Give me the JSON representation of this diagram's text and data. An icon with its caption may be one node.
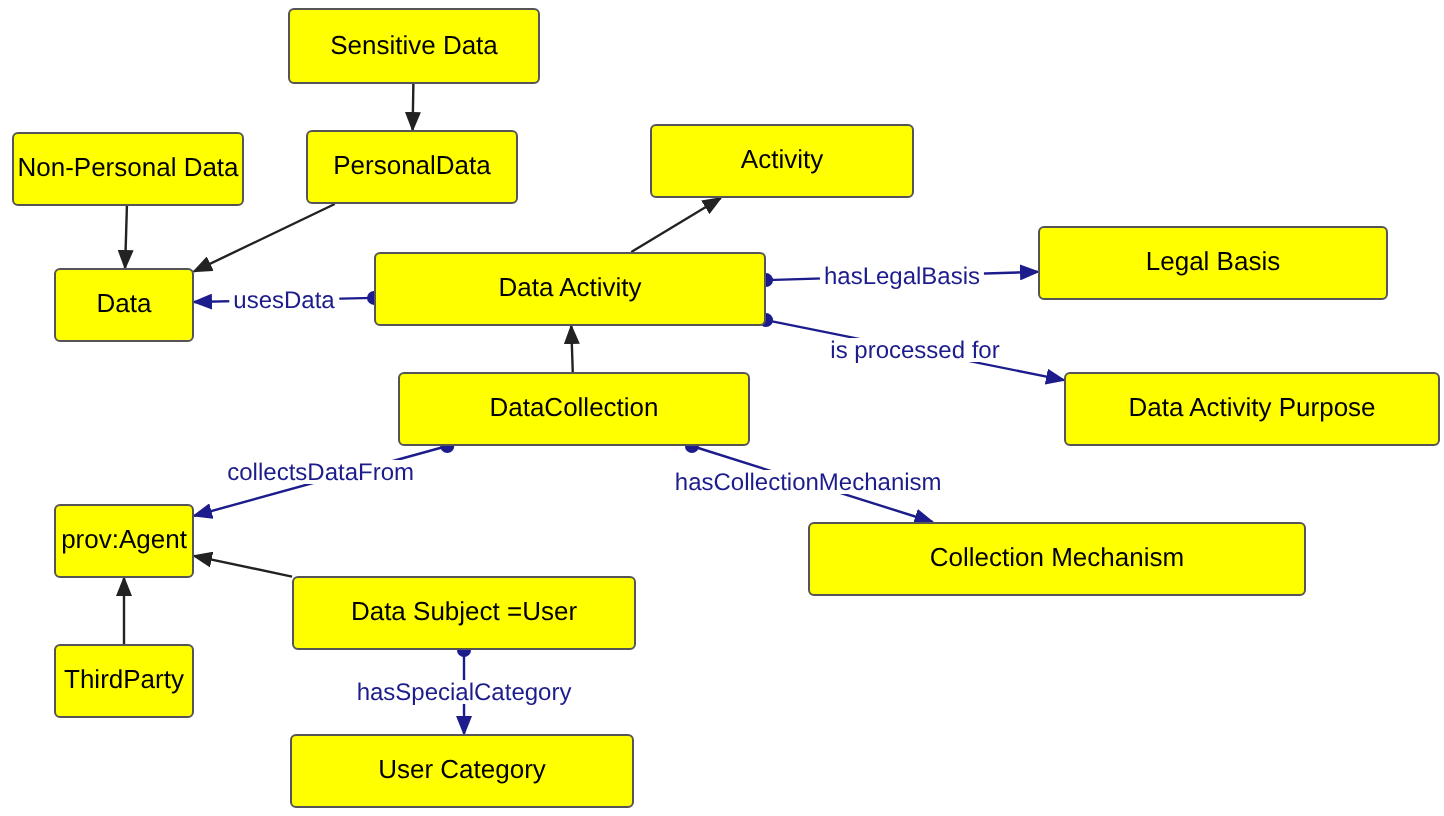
{
  "diagram": {
    "nodes": [
      {
        "text": [
          "Sensitive Data"
        ]
      },
      {
        "text": [
          "Non-Personal Data"
        ]
      },
      {
        "text": [
          "PersonalData"
        ]
      },
      {
        "text": [
          "Activity"
        ]
      },
      {
        "text": [
          "Data"
        ]
      },
      {
        "text": [
          "Data Activity"
        ]
      },
      {
        "text": [
          "Legal Basis"
        ]
      },
      {
        "text": [
          "DataCollection"
        ]
      },
      {
        "text": [
          "Data Activity Purpose"
        ]
      },
      {
        "text": [
          "prov:Agent"
        ]
      },
      {
        "text": [
          "Collection Mechanism"
        ]
      },
      {
        "text": [
          "Data Subject =User"
        ]
      },
      {
        "text": [
          "ThirdParty"
        ]
      },
      {
        "text": [
          "User Category"
        ]
      }
    ],
    "edges": [
      {
        "from": 0,
        "to": 2,
        "arrow": "to"
      },
      {
        "from": 1,
        "to": 4,
        "arrow": "to"
      },
      {
        "from": 2,
        "to": 4,
        "arrow": "to"
      },
      {
        "from": 5,
        "to": 3,
        "arrow": "to"
      },
      {
        "from": 5,
        "to": 4,
        "arrow": "to",
        "label": "usesData",
        "color": "#1c1c8c"
      },
      {
        "from": 5,
        "to": 6,
        "arrow": "to",
        "label": "hasLegalBasis",
        "color": "#1c1c8c"
      },
      {
        "from": 5,
        "to": 8,
        "arrow": "to",
        "label": "is processed for",
        "color": "#1c1c8c"
      },
      {
        "from": 7,
        "to": 5,
        "arrow": "to"
      },
      {
        "from": 7,
        "to": 9,
        "arrow": "to",
        "label": "collectsDataFrom",
        "color": "#1c1c8c"
      },
      {
        "from": 7,
        "to": 10,
        "arrow": "to",
        "label": "hasCollectionMechanism",
        "color": "#1c1c8c"
      },
      {
        "from": 11,
        "to": 9,
        "arrow": "to"
      },
      {
        "from": 12,
        "to": 9,
        "arrow": "to"
      },
      {
        "from": 11,
        "to": 13,
        "arrow": "to",
        "label": "hasSpecialCategory",
        "color": "#1c1c8c"
      }
    ]
  }
}
